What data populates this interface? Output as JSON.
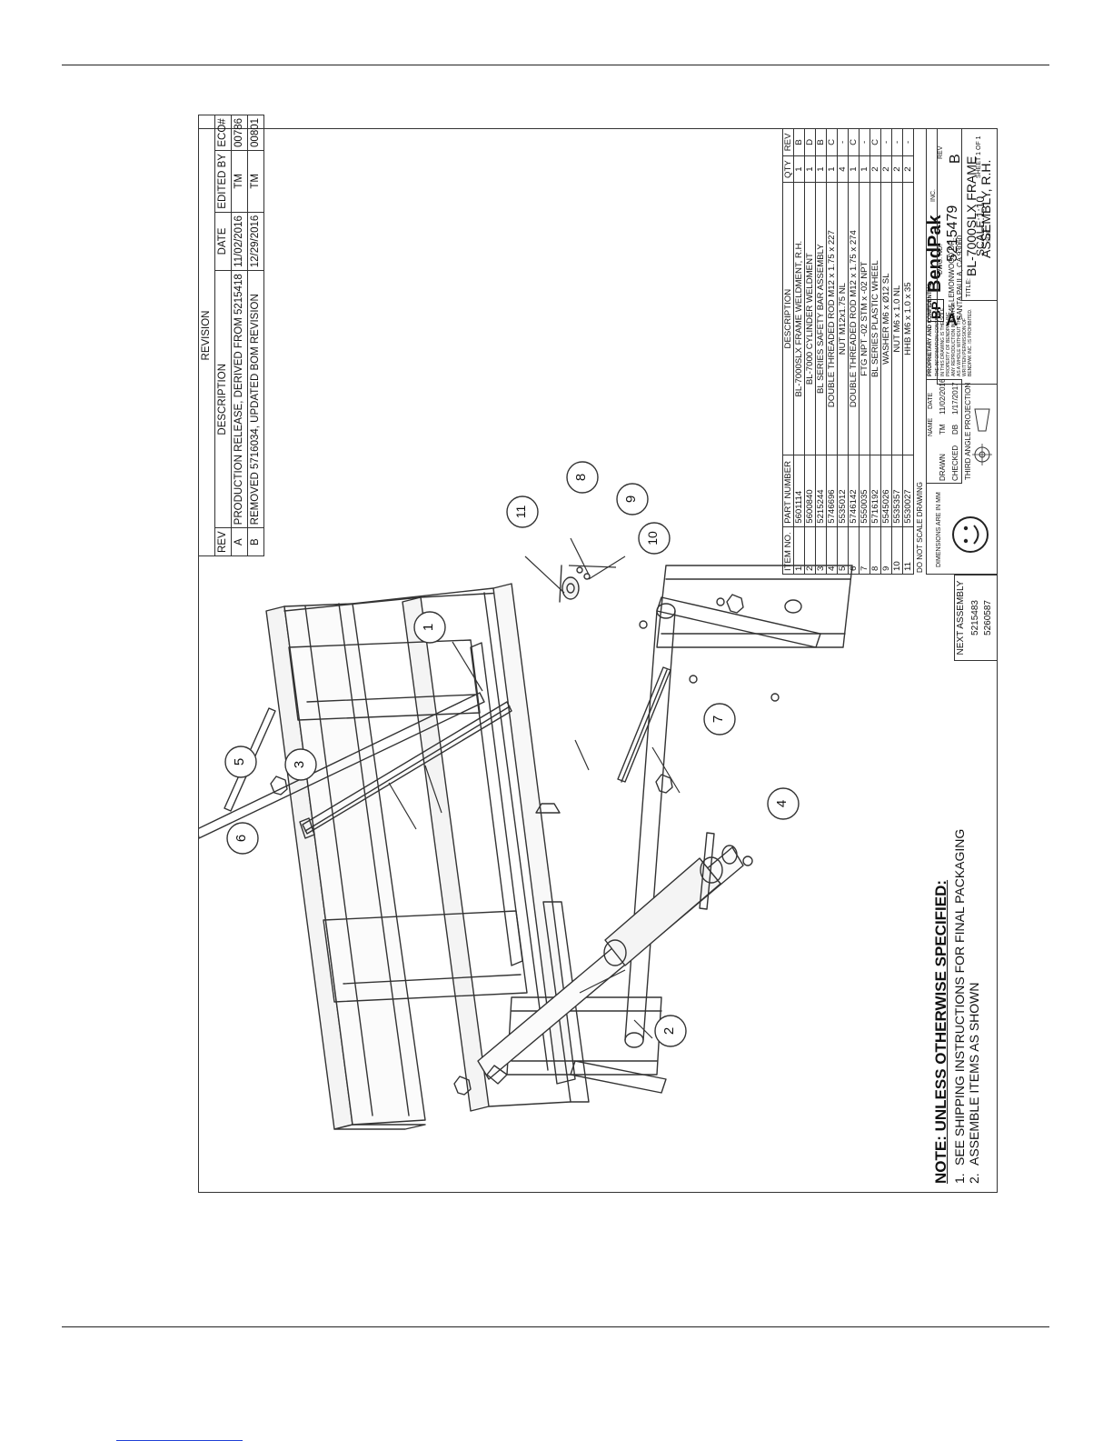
{
  "notes": {
    "heading": "NOTE: UNLESS OTHERWISE SPECIFIED:",
    "lines": [
      {
        "num": "1.",
        "text": "SEE SHIPPING INSTRUCTIONS FOR FINAL PACKAGING"
      },
      {
        "num": "2.",
        "text": "ASSEMBLE ITEMS AS SHOWN"
      }
    ]
  },
  "balloons": [
    "1",
    "2",
    "3",
    "4",
    "5",
    "6",
    "7",
    "8",
    "9",
    "10",
    "11"
  ],
  "revision": {
    "title": "REVISION",
    "headers": [
      "REV",
      "DESCRIPTION",
      "DATE",
      "EDITED BY",
      "ECO#"
    ],
    "rows": [
      [
        "A",
        "PRODUCTION RELEASE, DERIVED FROM 5215418",
        "11/02/2016",
        "TM",
        "00786"
      ],
      [
        "B",
        "REMOVED 5716034, UPDATED BOM REVISION",
        "12/29/2016",
        "TM",
        "00801"
      ]
    ]
  },
  "bom": {
    "headers": [
      "ITEM NO.",
      "PART NUMBER",
      "DESCRIPTION",
      "QTY",
      "REV"
    ],
    "rows": [
      [
        "1",
        "5601114",
        "BL-7000SLX FRAME WELDMENT, R.H.",
        "1",
        "B"
      ],
      [
        "2",
        "5600840",
        "BL-7000 CYLINDER WELDMENT",
        "1",
        "D"
      ],
      [
        "3",
        "5215244",
        "BL SERIES SAFETY BAR ASSEMBLY",
        "1",
        "B"
      ],
      [
        "4",
        "5746696",
        "DOUBLE THREADED ROD M12 x 1.75 x 227",
        "1",
        "C"
      ],
      [
        "5",
        "5535012",
        "NUT M12x1.75 NL",
        "4",
        "-"
      ],
      [
        "6",
        "5746142",
        "DOUBLE THREADED ROD M12 x 1.75 x 274",
        "1",
        "C"
      ],
      [
        "7",
        "5550035",
        "FTG NPT -02 STM x -02 NPT",
        "1",
        "-"
      ],
      [
        "8",
        "5716192",
        "BL SERIES PLASTIC WHEEL",
        "2",
        "C"
      ],
      [
        "9",
        "5545026",
        "WASHER M6 x Ø12 SL",
        "2",
        "-"
      ],
      [
        "10",
        "5535357",
        "NUT M6 x 1.0 NL",
        "2",
        "-"
      ],
      [
        "11",
        "5530027",
        "HHB M6 x 1.0 x 35",
        "2",
        "-"
      ]
    ]
  },
  "title_block": {
    "do_not_scale": "DO NOT SCALE DRAWING",
    "dimensions": "DIMENSIONS ARE IN MM",
    "name_label": "NAME",
    "date_label": "DATE",
    "drawn_label": "DRAWN",
    "drawn_name": "TM",
    "drawn_date": "11/02/2016",
    "checked_label": "CHECKED",
    "checked_name": "DB",
    "checked_date": "1/17/2017",
    "projection": "THIRD ANGLE PROJECTION",
    "proprietary_title": "PROPRIETARY AND CONFIDENTIAL",
    "proprietary_text": "THE INFORMATION CONTAINED IN THIS DRAWING IS THE SOLE PROPERTY OF BENDPAK INC. ANY REPRODUCTION IN PART OR AS A WHOLE WITHOUT THE WRITTEN PERMISSION OF BENDPAK INC. IS PROHIBITED.",
    "company_mark": "BP",
    "company_name": "BendPak",
    "company_suffix": "INC.",
    "address1": "1645 LEMONWOOD DR.",
    "address2": "SANTA PAULA, CA 93060",
    "title_label": "TITLE:",
    "title_line1": "BL-7000SLX FRAME",
    "title_line2": "ASSEMBLY, R.H.",
    "size_label": "SIZE",
    "size_value": "A",
    "dwg_label": "DWG. NO.",
    "dwg_value": "5215479",
    "rev_label": "REV",
    "rev_value": "B",
    "scale": "SCALE:1:10",
    "sheet": "SHEET 1 OF 1"
  },
  "next_assembly": {
    "header": "NEXT ASSEMBLY",
    "rows": [
      "5215483",
      "5260587"
    ]
  },
  "colors": {
    "line": "#333333",
    "link": "#1f3fd6"
  }
}
